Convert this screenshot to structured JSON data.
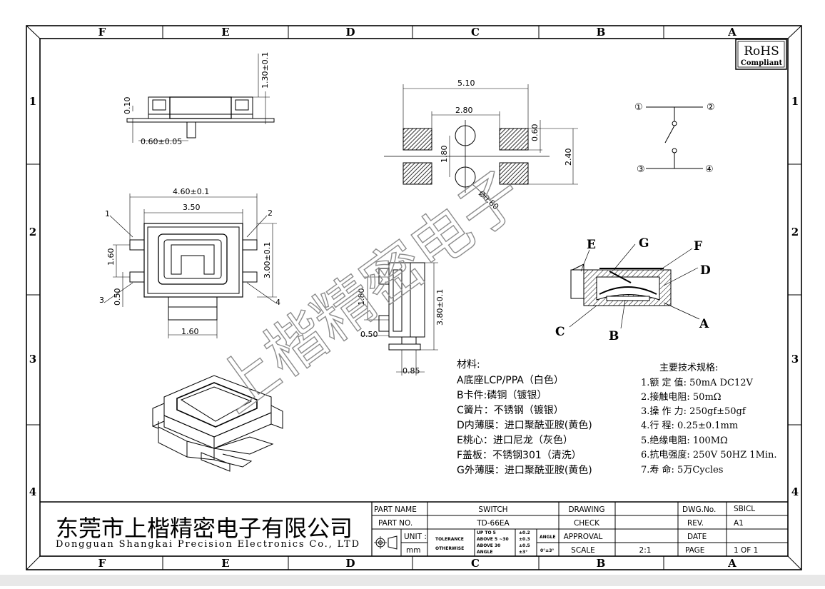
{
  "frame": {
    "columns": [
      "F",
      "E",
      "D",
      "C",
      "B",
      "A"
    ],
    "rows": [
      "1",
      "2",
      "3",
      "4"
    ]
  },
  "rohs": {
    "line1": "RoHS",
    "line2": "Compliant"
  },
  "side_view": {
    "dim_height": "1.30±0.1",
    "dim_small": "0.10",
    "dim_width": "0.60±0.05"
  },
  "footprint": {
    "dim_total": "5.10",
    "dim_inner": "2.80",
    "dim_pad": "0.60",
    "dim_pitch": "2.40",
    "dim_gap": "1.80",
    "dim_hole": "Ø0.80"
  },
  "schematic": {
    "p1": "①",
    "p2": "②",
    "p3": "③",
    "p4": "④"
  },
  "top_view": {
    "dim_total": "4.60±0.1",
    "dim_body": "3.50",
    "dim_height": "3.00±0.1",
    "dim_pin_pitch": "1.60",
    "dim_pin_w": "0.50",
    "dim_bottom": "1.60",
    "label1": "1",
    "label2": "2",
    "label3": "3",
    "label4": "4"
  },
  "end_view": {
    "dim_a": "1.80",
    "dim_b": "0.50",
    "dim_h": "3.80±0.1",
    "dim_c": "0.85"
  },
  "section": {
    "E": "E",
    "G": "G",
    "F": "F",
    "D": "D",
    "A": "A",
    "B": "B",
    "C": "C"
  },
  "watermark": "上楷精密电子",
  "materials": {
    "title": "材料:",
    "items": [
      "A底座LCP/PPA（白色）",
      "B卡件:磷铜（镀银）",
      "C簧片：不锈钢（镀银）",
      "D内薄膜：进口聚酰亚胺(黄色)",
      "E桃心：进口尼龙（灰色）",
      "F盖板：不锈钢301（清洗）",
      "G外薄膜：进口聚酰亚胺(黄色)"
    ]
  },
  "specs": {
    "title": "主要技术规格:",
    "items": [
      "1.额 定 值: 50mA DC12V",
      "2.接触电阻: 50mΩ",
      "3.操 作 力: 250gf±50gf",
      "4.行    程: 0.25±0.1mm",
      "5.绝缘电阻: 100MΩ",
      "6.抗电强度: 250V 50HZ 1Min.",
      "7.寿    命: 5万Cycles"
    ]
  },
  "title_block": {
    "company_cn": "东莞市上楷精密电子有限公司",
    "company_en": "Dongguan Shangkai Precision Electronics Co., LTD",
    "part_name_label": "PART NAME",
    "part_name": "SWITCH",
    "part_no_label": "PART NO.",
    "part_no": "TD-66EA",
    "unit_label": "UNIT :",
    "unit": "mm",
    "tolerance_label": "TOLERANCE",
    "otherwise_label": "OTHERWISE",
    "tol_rows": [
      {
        "range": "UP TO 5",
        "value": "±0.2"
      },
      {
        "range": "ABOVE 5 ~30",
        "value": "±0.3"
      },
      {
        "range": "ABOVE 30",
        "value": "±0.5"
      },
      {
        "range": "ANGLE",
        "value": "±3°"
      }
    ],
    "angle_label": "ANGLE",
    "angle_value": "0°±3°",
    "drawing_label": "DRAWING",
    "check_label": "CHECK",
    "approval_label": "APPROVAL",
    "scale_label": "SCALE",
    "scale": "2:1",
    "dwg_no_label": "DWG.No.",
    "dwg_no": "SBICL",
    "rev_label": "REV.",
    "rev": "A1",
    "date_label": "DATE",
    "page_label": "PAGE",
    "page": "1 OF 1"
  }
}
